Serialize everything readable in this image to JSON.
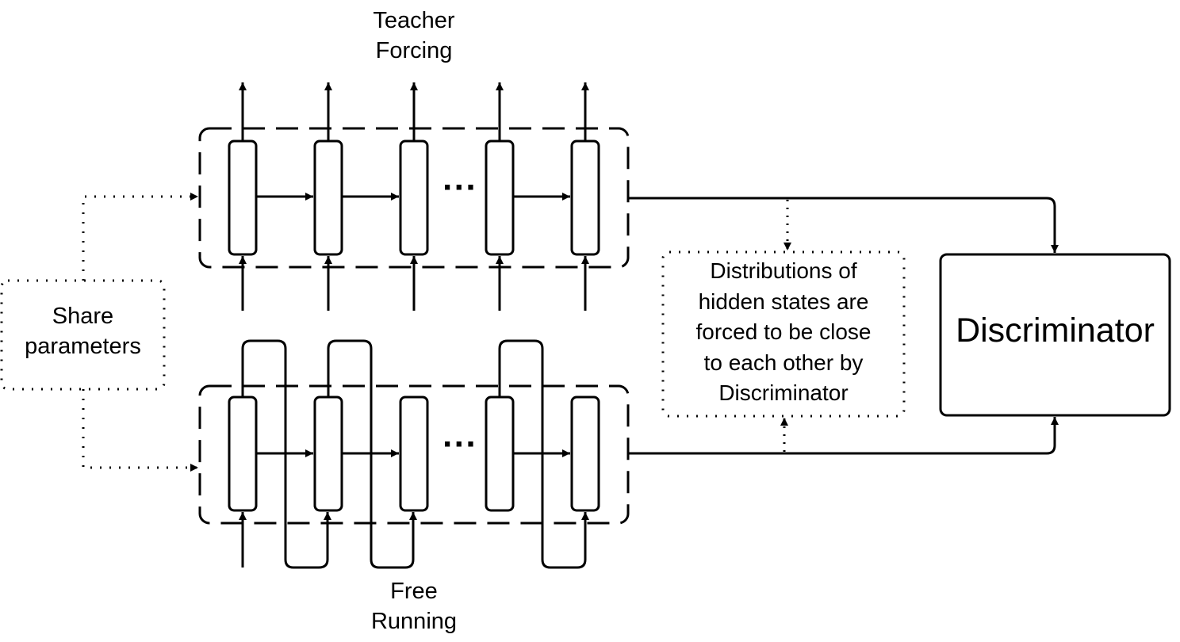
{
  "labels": {
    "teacher_forcing": "Teacher\nForcing",
    "free_running": "Free\nRunning",
    "share_parameters": "Share\nparameters",
    "distributions": "Distributions of\nhidden states are\nforced to be close\nto each other by\nDiscriminator",
    "discriminator": "Discriminator",
    "ellipsis": "···"
  },
  "colors": {
    "stroke": "#000000",
    "background": "#ffffff"
  }
}
